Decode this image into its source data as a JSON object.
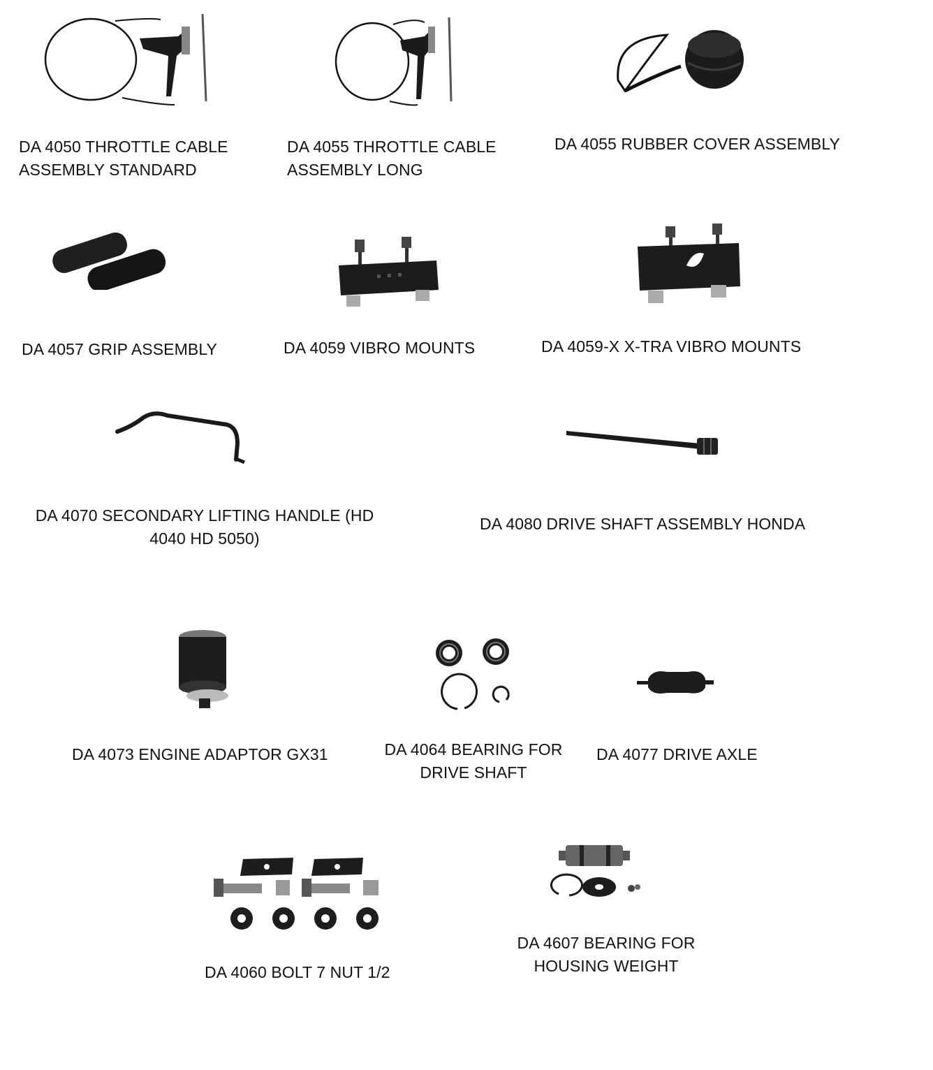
{
  "parts": [
    {
      "id": "da4050",
      "icon": "throttle-cable-icon",
      "lines": [
        "DA 4050 THROTTLE CABLE",
        "ASSEMBLY STANDARD"
      ]
    },
    {
      "id": "da4055a",
      "icon": "throttle-cable-long-icon",
      "lines": [
        "DA 4055 THROTTLE CABLE",
        "ASSEMBLY LONG"
      ]
    },
    {
      "id": "da4055b",
      "icon": "rubber-cover-icon",
      "lines": [
        "DA 4055 RUBBER COVER ASSEMBLY"
      ]
    },
    {
      "id": "da4057",
      "icon": "grip-icon",
      "lines": [
        "DA 4057 GRIP ASSEMBLY"
      ]
    },
    {
      "id": "da4059",
      "icon": "vibro-mount-icon",
      "lines": [
        "DA 4059 VIBRO MOUNTS"
      ]
    },
    {
      "id": "da4059x",
      "icon": "xtra-vibro-mount-icon",
      "lines": [
        "DA 4059-X X-TRA VIBRO MOUNTS"
      ]
    },
    {
      "id": "da4070",
      "icon": "lifting-handle-icon",
      "lines": [
        "DA 4070 SECONDARY LIFTING HANDLE (HD",
        "4040 HD 5050)"
      ]
    },
    {
      "id": "da4080",
      "icon": "drive-shaft-icon",
      "lines": [
        "DA 4080 DRIVE SHAFT ASSEMBLY HONDA"
      ]
    },
    {
      "id": "da4073",
      "icon": "engine-adaptor-icon",
      "lines": [
        "DA 4073 ENGINE ADAPTOR GX31"
      ]
    },
    {
      "id": "da4064",
      "icon": "bearing-set-icon",
      "lines": [
        "DA 4064 BEARING FOR",
        "DRIVE SHAFT"
      ]
    },
    {
      "id": "da4077",
      "icon": "drive-axle-icon",
      "lines": [
        "DA 4077 DRIVE AXLE"
      ]
    },
    {
      "id": "da4060",
      "icon": "bolt-nut-set-icon",
      "lines": [
        "DA 4060 BOLT 7 NUT 1/2"
      ]
    },
    {
      "id": "da4607",
      "icon": "housing-bearing-icon",
      "lines": [
        "DA 4607 BEARING FOR",
        "HOUSING WEIGHT"
      ]
    }
  ]
}
